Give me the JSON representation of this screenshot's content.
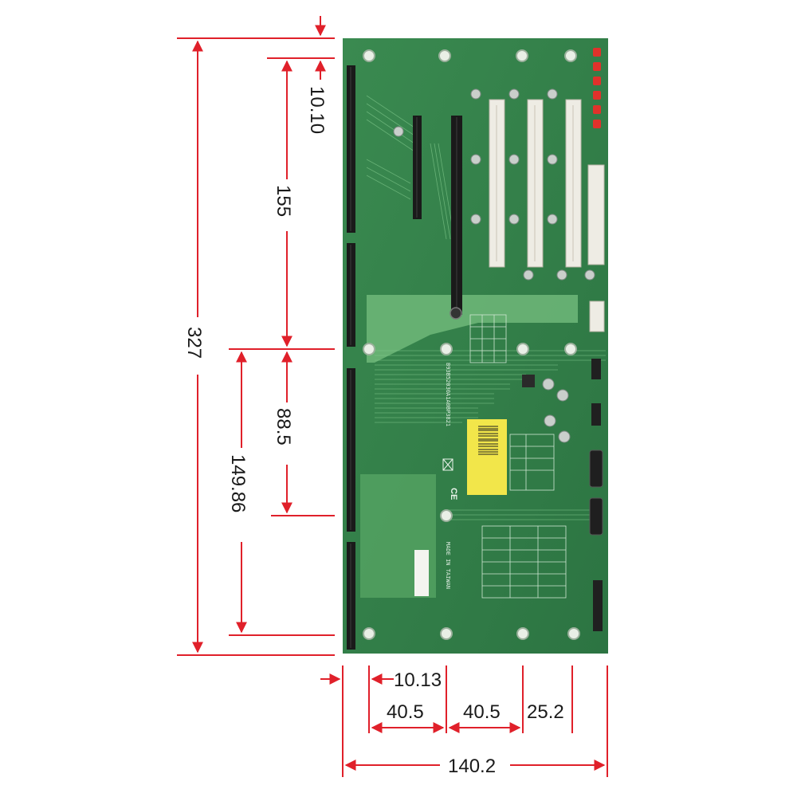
{
  "diagram": {
    "colors": {
      "dimension_line": "#e0202a",
      "board_dark": "#2f7a45",
      "board_light": "#5faa6a",
      "slot_black": "#1a1a1a",
      "slot_white": "#eeece4",
      "label_yellow": "#f2e64a"
    },
    "vertical_dimensions": {
      "top_offset": "10.10",
      "upper_span": "155",
      "mid_span": "88.5",
      "lower_span": "149.86",
      "total_height": "327"
    },
    "horizontal_dimensions": {
      "left_offset": "10.13",
      "pitch_1": "40.5",
      "pitch_2": "40.5",
      "pitch_3": "25.2",
      "total_width": "140.2"
    },
    "board_markings": {
      "part_number": "B93B52030A1A0BP3821",
      "made_in": "MADE IN TAIWAN",
      "ce_mark": "CE"
    }
  }
}
